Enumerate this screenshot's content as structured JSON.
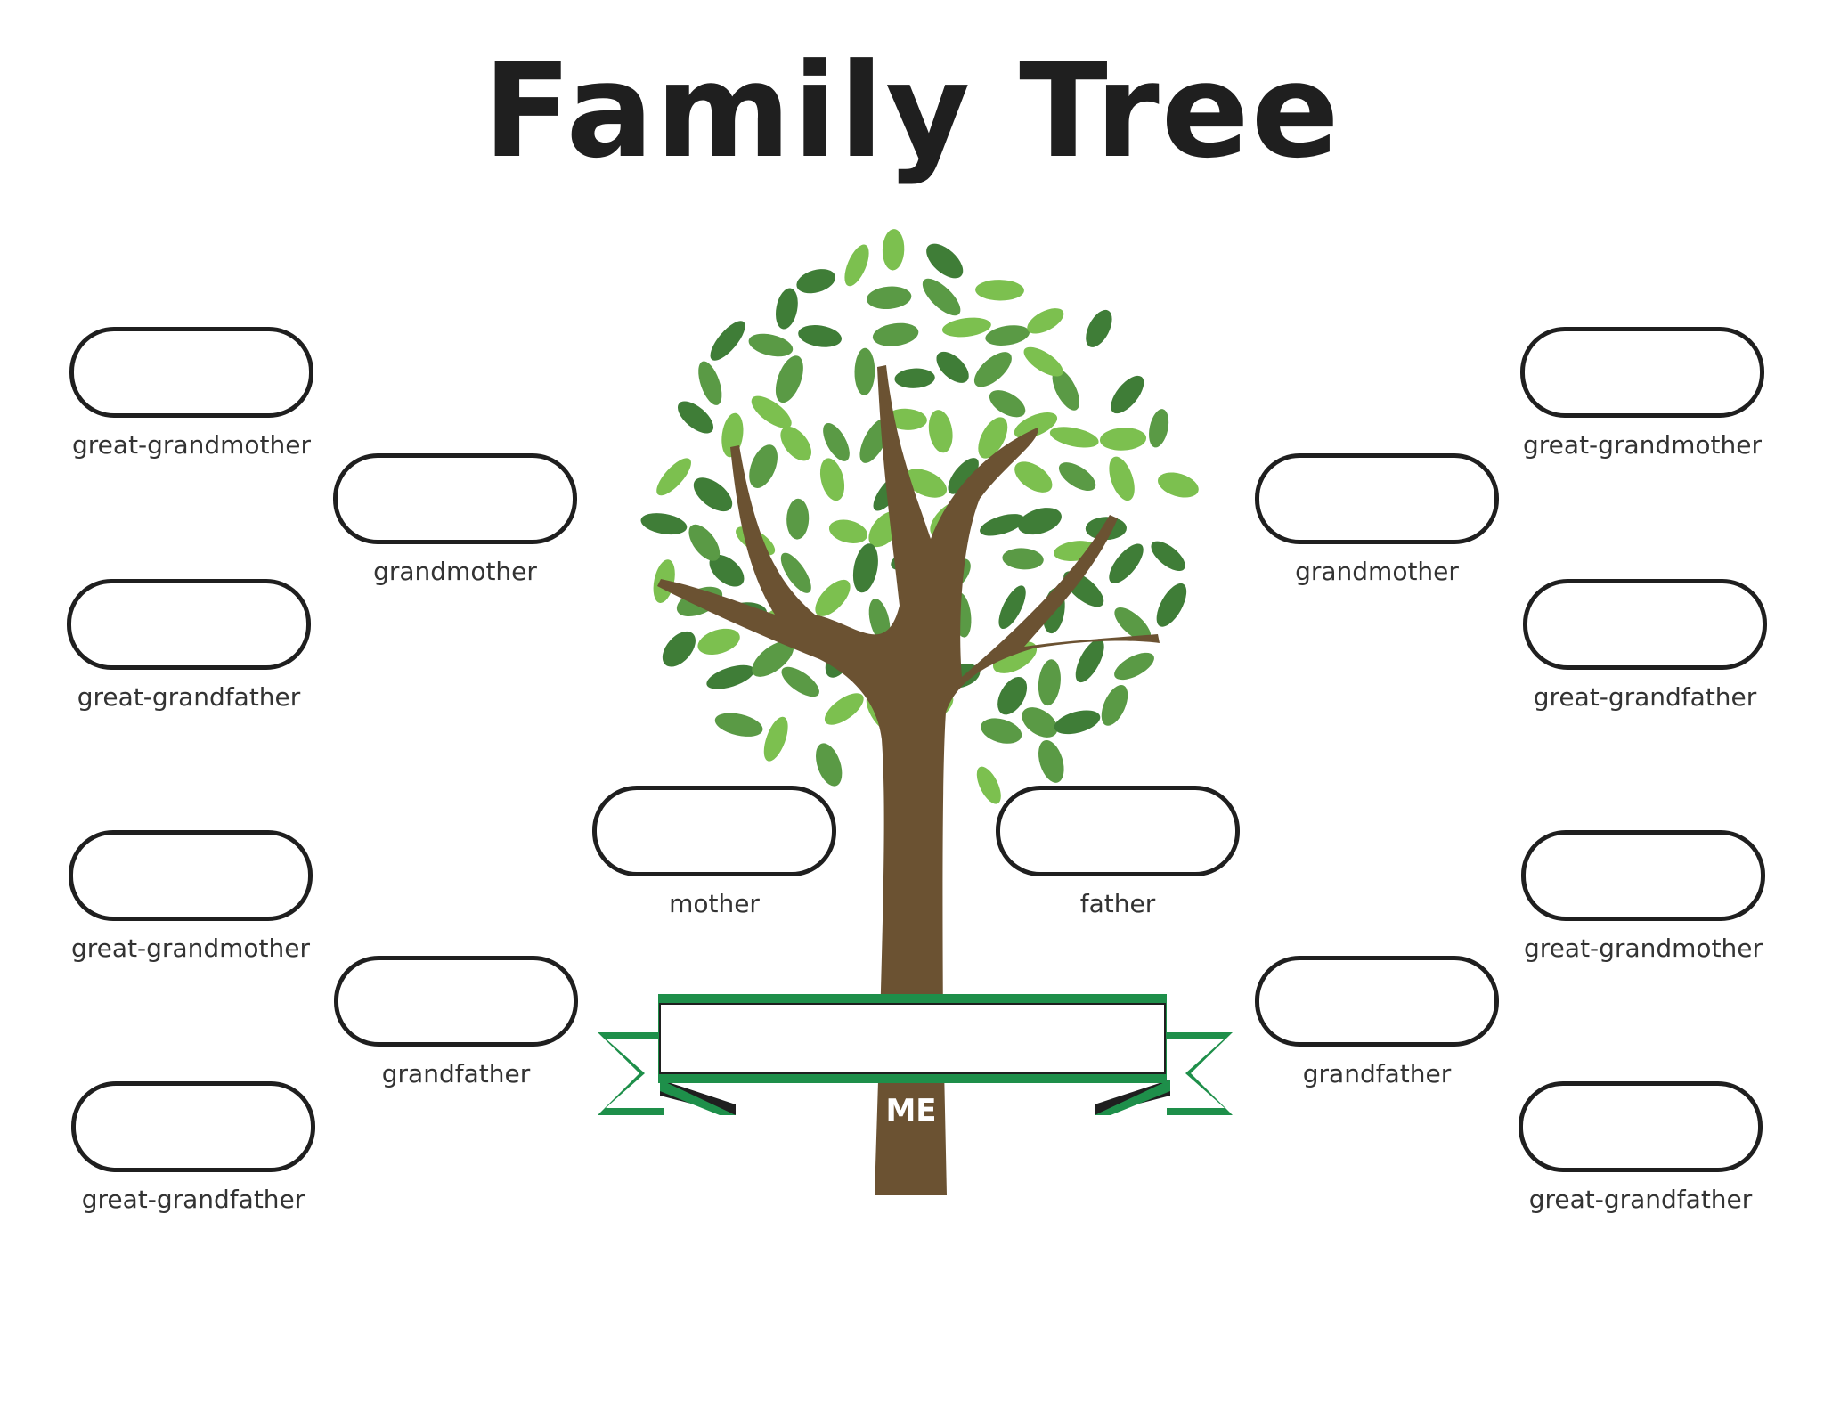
{
  "title": "Family Tree",
  "me_label": "ME",
  "slots": {
    "left_ggm_1": "great-grandmother",
    "left_ggf_1": "great-grandfather",
    "left_ggm_2": "great-grandmother",
    "left_ggf_2": "great-grandfather",
    "left_grandmother": "grandmother",
    "left_grandfather": "grandfather",
    "mother": "mother",
    "father": "father",
    "right_grandmother": "grandmother",
    "right_grandfather": "grandfather",
    "right_ggm_1": "great-grandmother",
    "right_ggf_1": "great-grandfather",
    "right_ggm_2": "great-grandmother",
    "right_ggf_2": "great-grandfather"
  },
  "colors": {
    "trunk": "#6b5232",
    "leaf_dark": "#3f7d37",
    "leaf_mid": "#5a9a45",
    "leaf_light": "#7cc04f",
    "ribbon_green": "#1e8f4a",
    "outline": "#1f1f1f"
  }
}
